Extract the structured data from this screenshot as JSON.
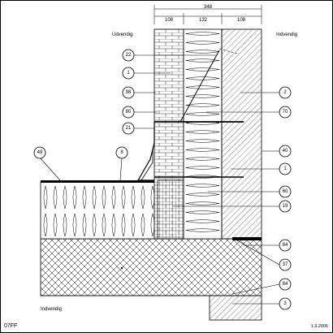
{
  "drawing_code": "07FF",
  "date": "1.3.2006",
  "side_labels": {
    "outside": "Udvendig",
    "inside": "Indvendig",
    "inside_bottom": "Indvendig"
  },
  "dimensions": {
    "total": "348",
    "segments": [
      "108",
      "132",
      "108"
    ]
  },
  "callouts": [
    {
      "id": "c22",
      "label": "22"
    },
    {
      "id": "c1a",
      "label": "1"
    },
    {
      "id": "c98",
      "label": "98"
    },
    {
      "id": "c80",
      "label": "80"
    },
    {
      "id": "c21",
      "label": "21"
    },
    {
      "id": "c49",
      "label": "49"
    },
    {
      "id": "c8",
      "label": "8"
    },
    {
      "id": "c2",
      "label": "2"
    },
    {
      "id": "c70",
      "label": "70"
    },
    {
      "id": "c40",
      "label": "40"
    },
    {
      "id": "c1b",
      "label": "1"
    },
    {
      "id": "c60",
      "label": "60"
    },
    {
      "id": "c19",
      "label": "19"
    },
    {
      "id": "c84a",
      "label": "84"
    },
    {
      "id": "c37",
      "label": "37"
    },
    {
      "id": "c84b",
      "label": "84"
    },
    {
      "id": "c3",
      "label": "3"
    }
  ]
}
